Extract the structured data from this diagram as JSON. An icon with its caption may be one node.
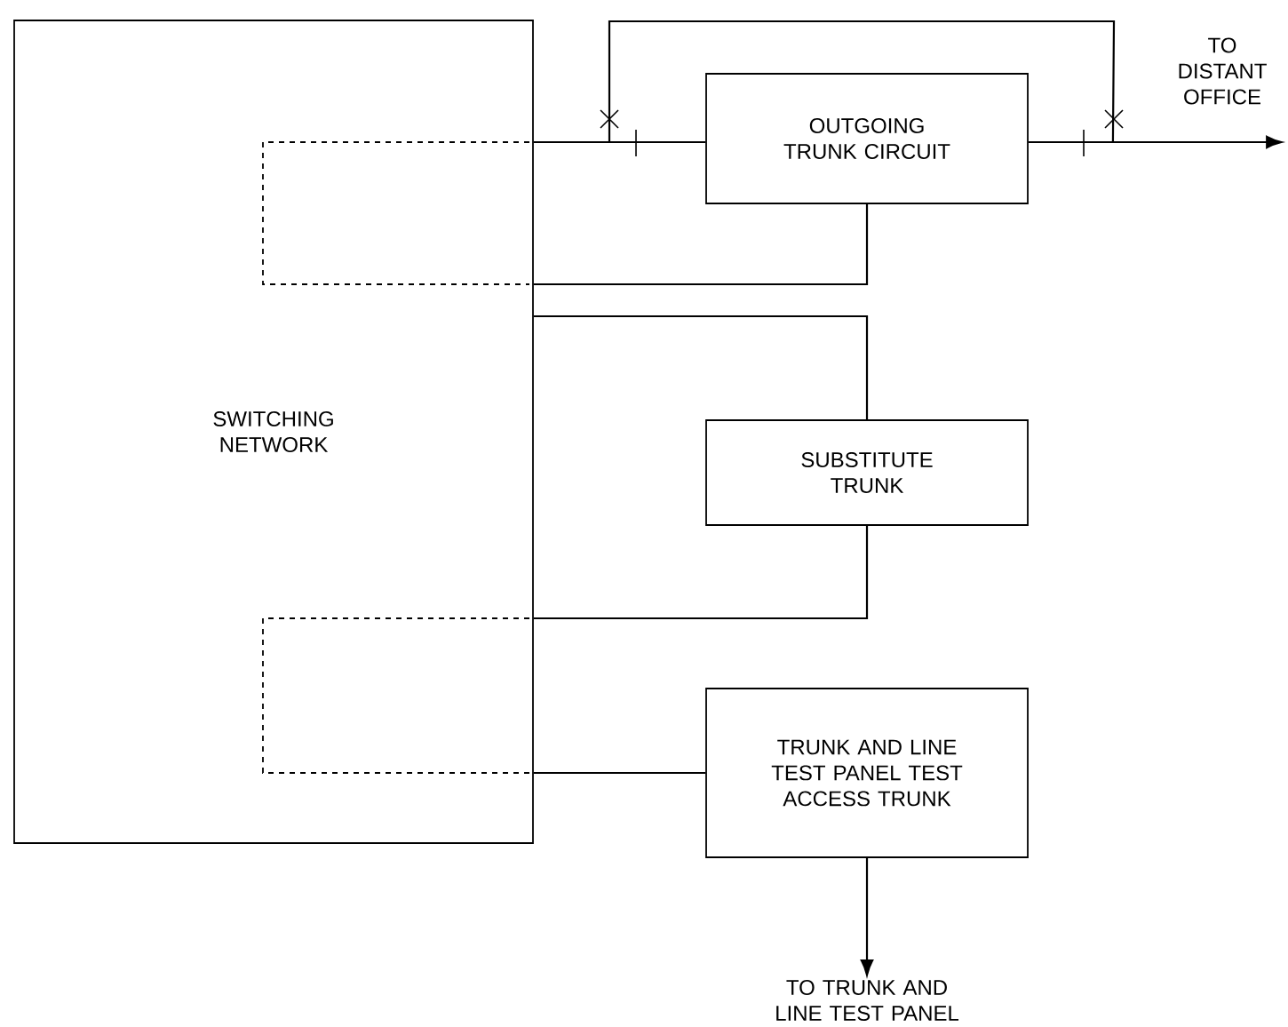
{
  "diagram": {
    "nodes": [
      {
        "text": [
          "SWITCHING NETWORK"
        ]
      },
      {
        "text": [
          "OUTGOING TRUNK CIRCUIT"
        ]
      },
      {
        "text": [
          "SUBSTITUTE TRUNK"
        ]
      },
      {
        "text": [
          "TRUNK AND LINE TEST PANEL TEST ACCESS TRUNK"
        ]
      },
      {
        "text": [
          "TO DISTANT OFFICE"
        ]
      },
      {
        "text": [
          "TO TRUNK AND LINE TEST PANEL"
        ]
      }
    ],
    "edges": [
      {
        "from": 0,
        "to": 1,
        "arrow": "none"
      },
      {
        "from": 0,
        "to": 1,
        "arrow": "none"
      },
      {
        "from": 1,
        "to": 4,
        "arrow": "to"
      },
      {
        "from": 0,
        "to": 4,
        "arrow": "none"
      },
      {
        "from": 0,
        "to": 2,
        "arrow": "none"
      },
      {
        "from": 2,
        "to": 0,
        "arrow": "none"
      },
      {
        "from": 0,
        "to": 3,
        "arrow": "none"
      },
      {
        "from": 3,
        "to": 5,
        "arrow": "to"
      }
    ]
  }
}
